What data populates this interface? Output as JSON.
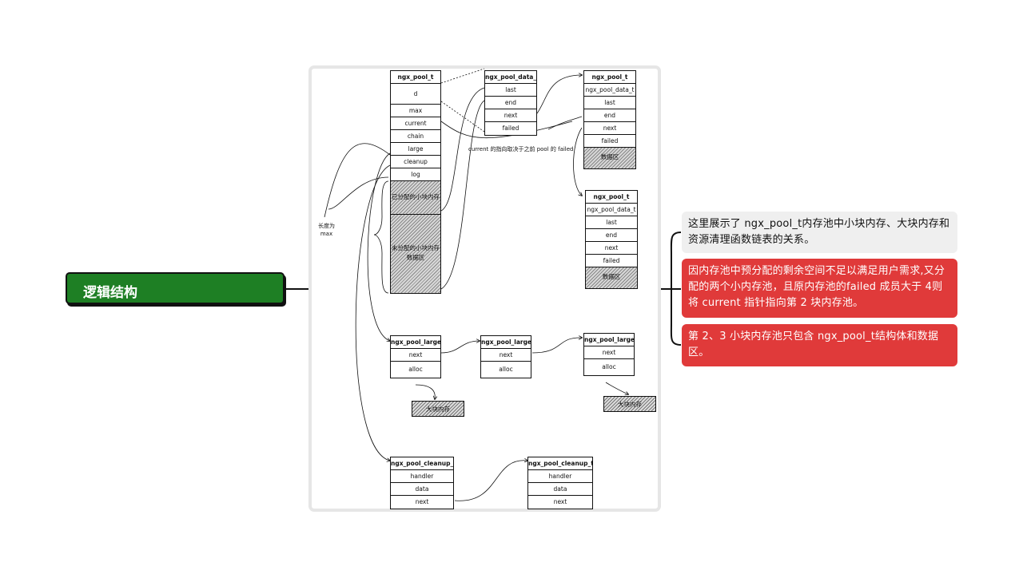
{
  "root": {
    "title": "逻辑结构"
  },
  "diagram": {
    "pool1": {
      "header": "ngx_pool_t",
      "fields": [
        "d",
        "max",
        "current",
        "chain",
        "large",
        "cleanup",
        "log"
      ],
      "allocated": "已分配的小块内存",
      "unallocated": "未分配的小块内存\n数据区"
    },
    "data_t": {
      "header": "ngx_pool_data_t",
      "fields": [
        "last",
        "end",
        "next",
        "failed"
      ]
    },
    "pool2": {
      "header": "ngx_pool_t",
      "fields": [
        "ngx_pool_data_t",
        "last",
        "end",
        "next",
        "failed"
      ],
      "data": "数据区"
    },
    "pool3": {
      "header": "ngx_pool_t",
      "fields": [
        "ngx_pool_data_t",
        "last",
        "end",
        "next",
        "failed"
      ],
      "data": "数据区"
    },
    "current_note": "current 的指向取决于之前 pool 的 failed",
    "max_note": "长度为\nmax",
    "large1": {
      "header": "ngx_pool_large_t",
      "fields": [
        "next",
        "alloc"
      ]
    },
    "large2": {
      "header": "ngx_pool_large_t",
      "fields": [
        "next",
        "alloc"
      ]
    },
    "large3": {
      "header": "ngx_pool_large_t",
      "fields": [
        "next",
        "alloc"
      ]
    },
    "big_mem1": "大块内存",
    "big_mem2": "大块内存",
    "cleanup1": {
      "header": "ngx_pool_cleanup_t",
      "fields": [
        "handler",
        "data",
        "next"
      ]
    },
    "cleanup2": {
      "header": "ngx_pool_cleanup_t",
      "fields": [
        "handler",
        "data",
        "next"
      ]
    }
  },
  "notes": [
    {
      "text": "这里展示了 ngx_pool_t内存池中小块内存、大块内存和资源清理函数链表的关系。",
      "style": "grey"
    },
    {
      "text": "因内存池中预分配的剩余空间不足以满足用户需求,又分配的两个小内存池，且原内存池的failed 成员大于 4则将 current 指针指向第 2 块内存池。",
      "style": "red"
    },
    {
      "text": "第 2、3 小块内存池只包含 ngx_pool_t结构体和数据区。",
      "style": "red"
    }
  ],
  "colors": {
    "root_bg": "#1e7f24",
    "note_red": "#e03a3a",
    "note_grey": "#efefef"
  }
}
